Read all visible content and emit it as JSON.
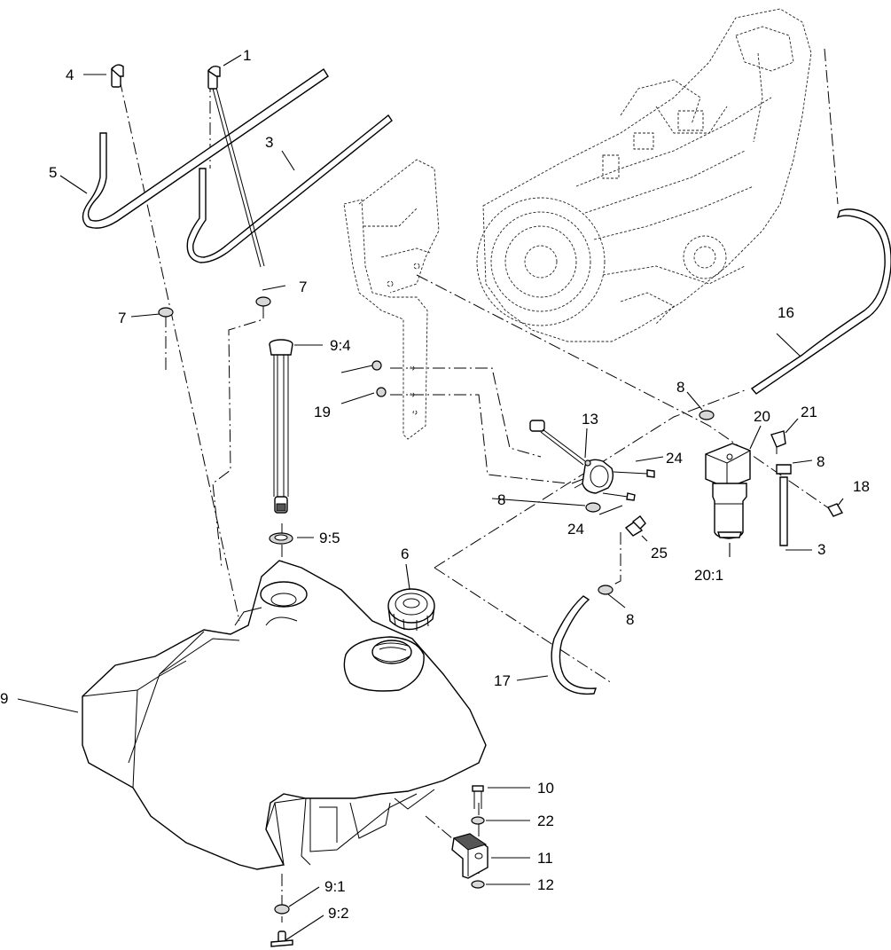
{
  "callouts": {
    "c1": "1",
    "c3a": "3",
    "c3b": "3",
    "c4": "4",
    "c5": "5",
    "c6": "6",
    "c7a": "7",
    "c7b": "7",
    "c8a": "8",
    "c8b": "8",
    "c8c": "8",
    "c8d": "8",
    "c9": "9",
    "c9_1": "9:1",
    "c9_2": "9:2",
    "c9_4": "9:4",
    "c9_5": "9:5",
    "c10": "10",
    "c11": "11",
    "c12": "12",
    "c13": "13",
    "c16": "16",
    "c17": "17",
    "c18": "18",
    "c19": "19",
    "c20": "20",
    "c20_1": "20:1",
    "c21": "21",
    "c22": "22",
    "c24a": "24",
    "c24b": "24",
    "c25": "25"
  }
}
